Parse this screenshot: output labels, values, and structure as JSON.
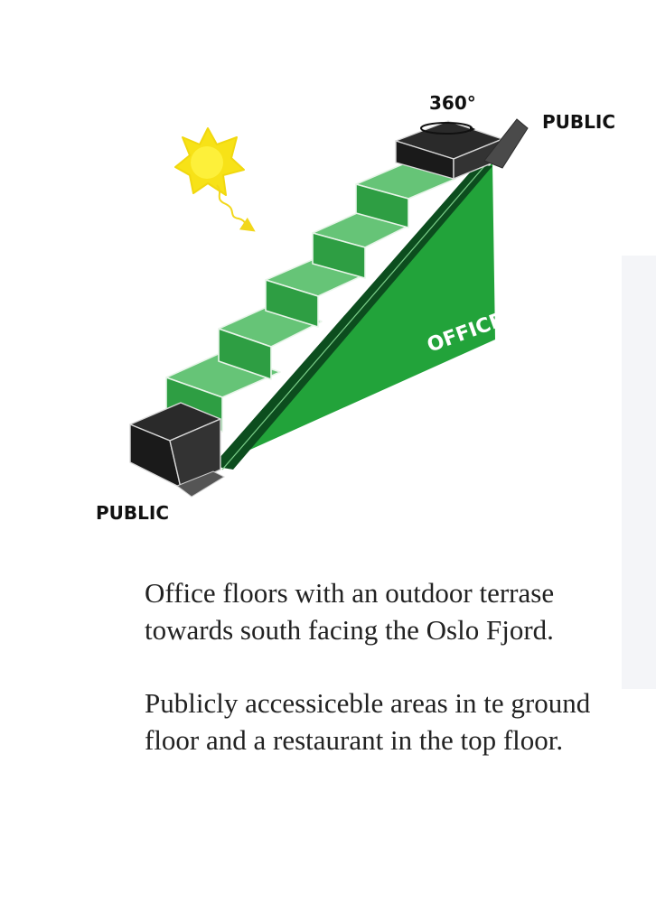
{
  "diagram": {
    "label_public_top": "PUBLIC",
    "label_public_bottom": "PUBLIC",
    "label_rotation": "360°",
    "label_office": "OFFICE",
    "sun_icon": "sun-icon",
    "colors": {
      "office_green": "#22a33a",
      "step_green": "#5dbb6c",
      "dark_green": "#0c4d1e",
      "public_black": "#1e1e1e",
      "sun_yellow": "#f7e217",
      "sun_core": "#fdf03a"
    }
  },
  "caption": {
    "paragraph_1": "Office floors with an outdoor terrase towards south facing the Oslo Fjord.",
    "paragraph_2": "Publicly accessiceble areas in te ground floor and a restaurant in the top floor."
  }
}
